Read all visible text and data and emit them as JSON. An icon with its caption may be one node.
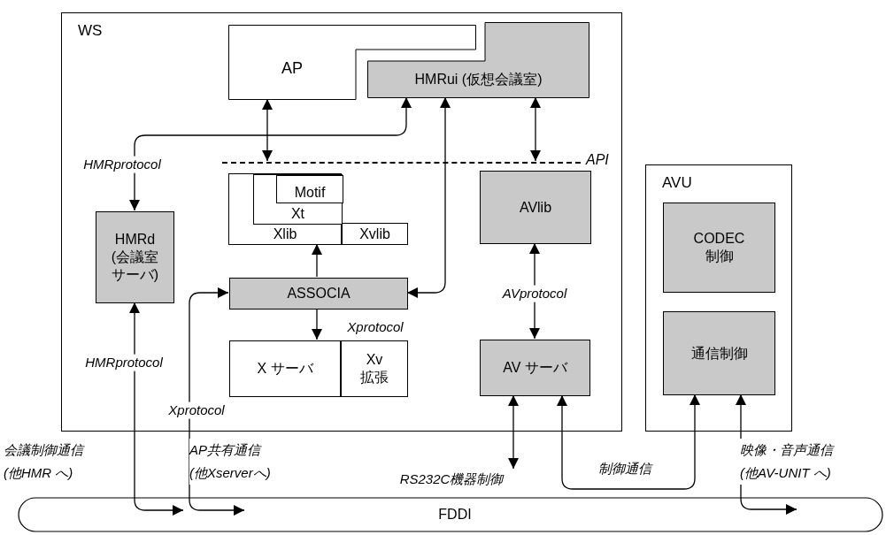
{
  "diagram": {
    "nodes": [
      {
        "text": [
          "WS"
        ]
      },
      {
        "text": [
          "AP"
        ],
        "in": 0
      },
      {
        "text": [
          "HMRui (仮想会議室)"
        ],
        "in": 0
      },
      {
        "text": [
          "Xlib"
        ],
        "in": 0
      },
      {
        "text": [
          "Xt"
        ],
        "in": 3
      },
      {
        "text": [
          "Motif"
        ],
        "in": 4
      },
      {
        "text": [
          "Xvlib"
        ],
        "in": 0
      },
      {
        "text": [
          "HMRd",
          "(会議室サーバ)"
        ],
        "in": 0
      },
      {
        "text": [
          "ASSOCIA"
        ],
        "in": 0
      },
      {
        "text": [
          "X サーバ"
        ],
        "in": 0
      },
      {
        "text": [
          "Xv",
          "拡張"
        ],
        "in": 0
      },
      {
        "text": [
          "AVlib"
        ],
        "in": 0
      },
      {
        "text": [
          "AV サーバ"
        ],
        "in": 0
      },
      {
        "text": [
          "AVU"
        ]
      },
      {
        "text": [
          "CODEC",
          "制御"
        ],
        "in": 13
      },
      {
        "text": [
          "通信制御"
        ],
        "in": 13
      },
      {
        "text": [
          "RS232C機器制御"
        ]
      },
      {
        "text": [
          "FDDI"
        ]
      },
      {
        "text": [],
        "shape": "line",
        "beside": [
          "API"
        ],
        "in": 0
      }
    ],
    "edges": [
      {
        "from": 1,
        "to": 18,
        "arrow": "both"
      },
      {
        "from": 2,
        "to": 18,
        "arrow": "both"
      },
      {
        "from": 2,
        "to": 7,
        "arrow": "both",
        "label": "HMRprotocol"
      },
      {
        "from": 8,
        "to": 3,
        "arrow": "to"
      },
      {
        "from": 2,
        "to": 8,
        "arrow": "both"
      },
      {
        "from": 8,
        "to": 9,
        "arrow": "to",
        "label": "Xprotocol"
      },
      {
        "from": 11,
        "to": 12,
        "arrow": "both",
        "label": "AVprotocol"
      },
      {
        "from": 7,
        "to": 17,
        "arrow": "both",
        "label": "HMRprotocol"
      },
      {
        "from": 8,
        "to": 17,
        "arrow": "both",
        "label": "Xprotocol"
      },
      {
        "from": 12,
        "to": 16,
        "arrow": "both"
      },
      {
        "from": 12,
        "to": 15,
        "arrow": "both",
        "label": "制御通信"
      },
      {
        "from": 15,
        "to": 17,
        "arrow": "both"
      }
    ],
    "labels": [
      "会議制御通信 (他HMR へ)",
      "AP共有通信 (他Xserverへ)",
      "映像・音声通信 (他AV-UNIT へ)"
    ]
  }
}
